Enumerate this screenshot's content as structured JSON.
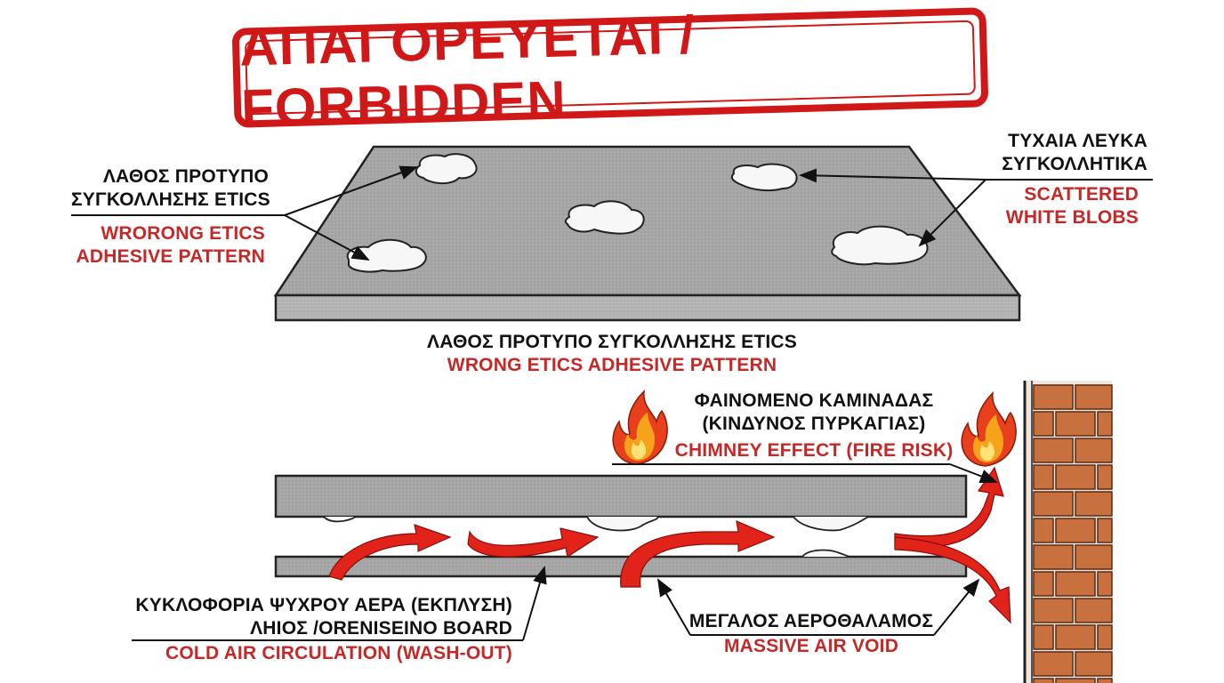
{
  "banner": {
    "text": "ΑΠΑΓΟΡΕΥΕΤΑΙ / FORBIDDEN"
  },
  "top_panel": {
    "left_callout": {
      "gr_line1": "ΛΑΘΟΣ ΠΡΟΤΥΠΟ",
      "gr_line2": "ΣΥΓΚΟΛΛΗΣΗΣ ETICS",
      "en_line1": "WRORONG ETICS",
      "en_line2": "ADHESIVE PATTERN"
    },
    "right_callout": {
      "gr_line1": "ΤΥΧΑΙΑ ΛΕΥΚΑ",
      "gr_line2": "ΣΥΓΚΟΛΛΗΤΙΚΑ",
      "en_line1": "SCATTERED",
      "en_line2": "WHITE BLOBS"
    },
    "caption": {
      "gr": "ΛΑΘΟΣ ΠΡΟΤΥΠΟ ΣΥΓΚΟΛΛΗΣΗΣ ETICS",
      "en": "WRONG ETICS ADHESIVE PATTERN"
    }
  },
  "bottom_panel": {
    "chimney_callout": {
      "gr_line1": "ΦΑΙΝΟΜΕΝΟ ΚΑΜΙΝΑΔΑΣ",
      "gr_line2": "(ΚΙΝΔΥΝΟΣ ΠΥΡΚΑΓΙΑΣ)",
      "en": "CHIMNEY EFFECT (FIRE RISK)"
    },
    "cold_air_callout": {
      "gr_line1": "ΚΥΚΛΟΦΟΡΙΑ ΨΥΧΡΟΥ ΑΕΡΑ (ΕΚΠΛΥΣΗ)",
      "gr_line2": "ΛΗΙΟΣ /ORENISEINO BOARD",
      "en": "COLD AIR CIRCULATION (WASH-OUT)"
    },
    "air_void_callout": {
      "gr": "ΜΕΓΑΛΟΣ ΑΕΡΟΘΑΛΑΜΟΣ",
      "en": "MASSIVE AIR VOID"
    }
  },
  "colors": {
    "warning_red": "#d01818",
    "english_label_red": "#c62828",
    "board_gray": "#a9a9a9",
    "airflow_red": "#e2231a",
    "brick": "#c8713f",
    "mortar": "#efe6de"
  },
  "icons": [
    "fire-icon",
    "fire-icon",
    "airflow-arrow",
    "brick-wall"
  ]
}
